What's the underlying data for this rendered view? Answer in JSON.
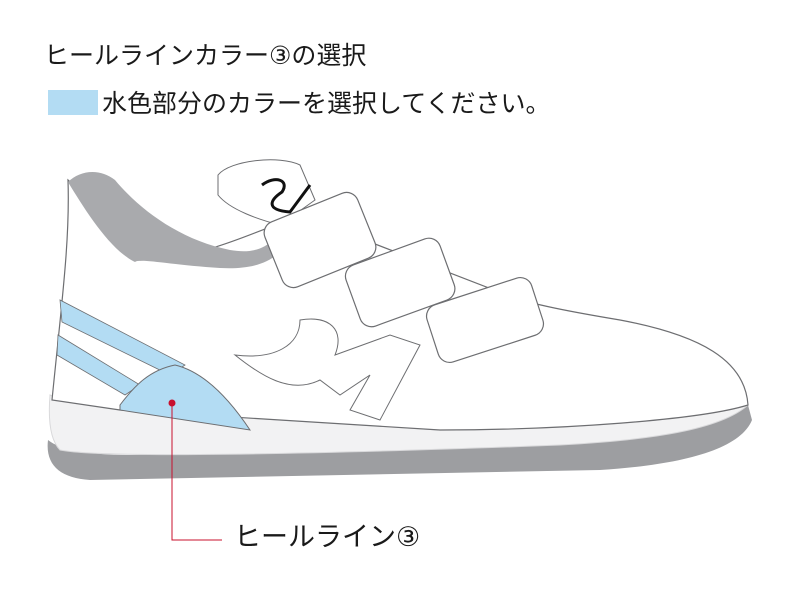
{
  "heading": "ヒールラインカラー③の選択",
  "instruction": {
    "text": "水色部分のカラーを選択してください。",
    "swatch_color": "#b3dcf3"
  },
  "callout": {
    "label": "ヒールライン③",
    "color": "#c8102e"
  },
  "colors": {
    "highlight": "#b3dcf3",
    "lining_gray": "#a9aaad",
    "sole_gray": "#9d9ea1",
    "outline": "#6d6e71"
  }
}
